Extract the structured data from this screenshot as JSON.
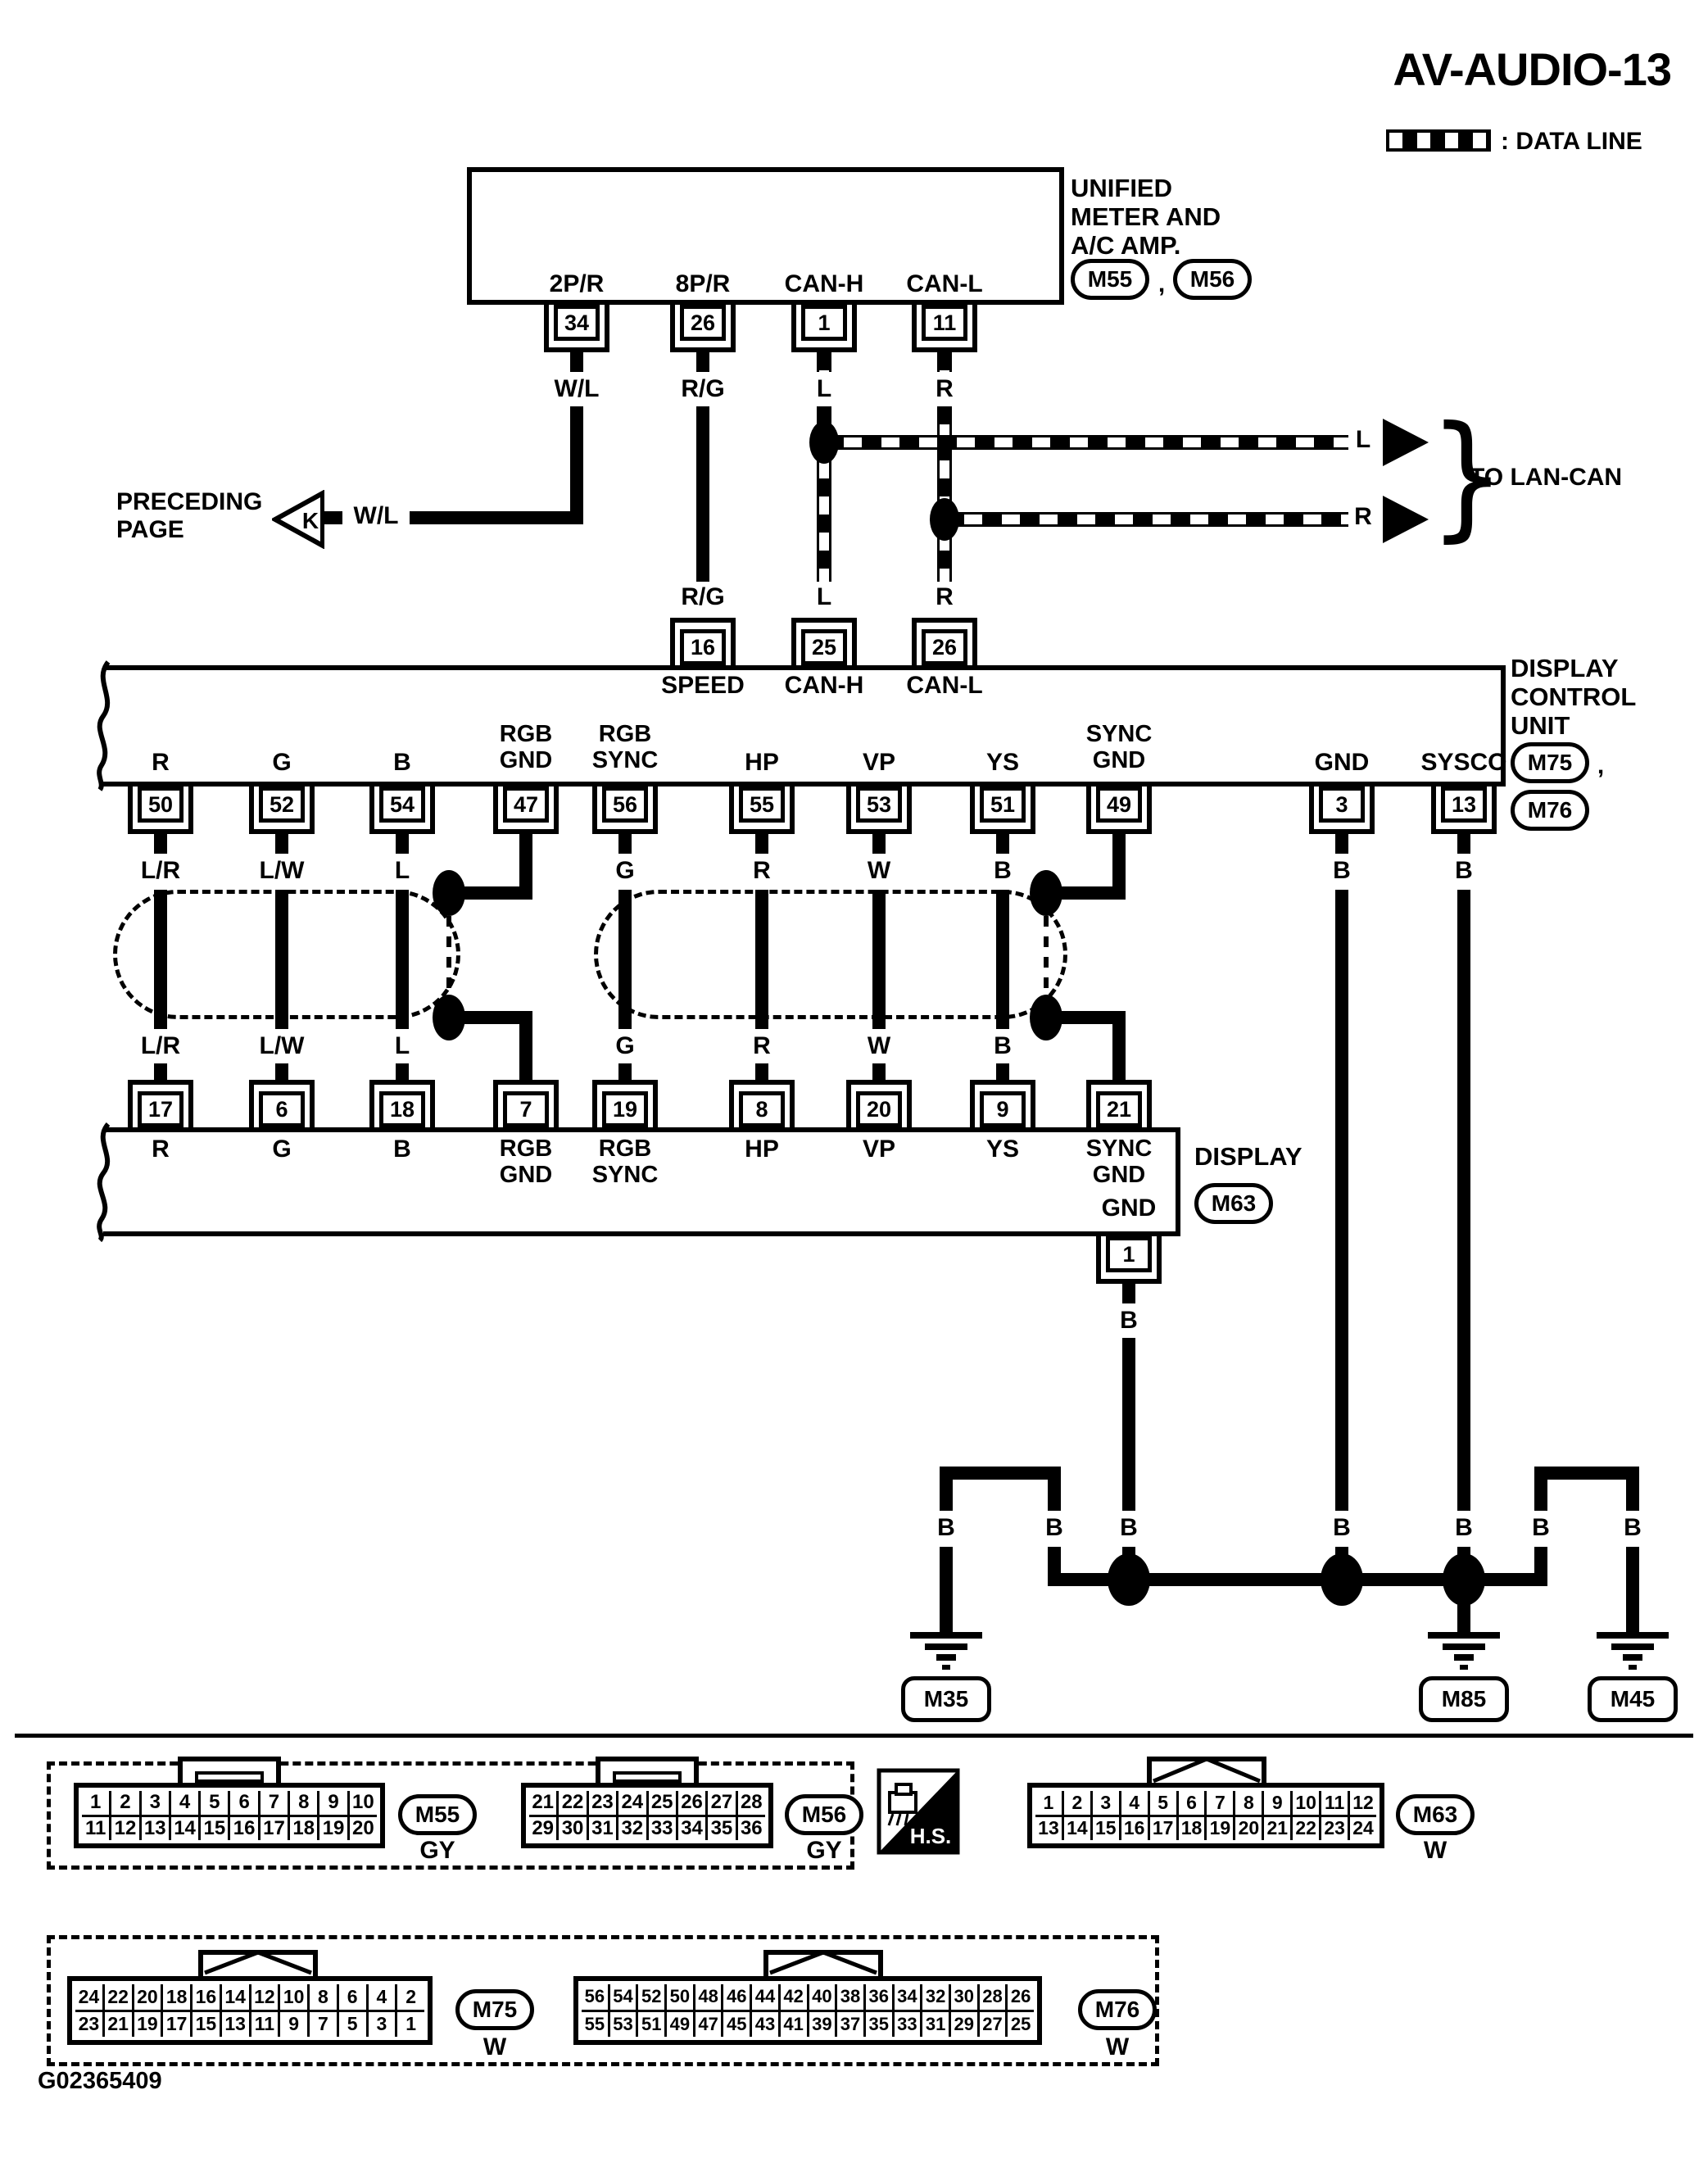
{
  "title": "AV-AUDIO-13",
  "legend": {
    "label": ": DATA LINE"
  },
  "unified": {
    "lines": "UNIFIED\nMETER AND\nA/C AMP.",
    "connectors": [
      "M55",
      "M56"
    ],
    "comma": ",",
    "pins": [
      {
        "num": "34",
        "label": "2P/R",
        "wire": "W/L"
      },
      {
        "num": "26",
        "label": "8P/R",
        "wire": "R/G"
      },
      {
        "num": "1",
        "label": "CAN-H",
        "wire": "L"
      },
      {
        "num": "11",
        "label": "CAN-L",
        "wire": "R"
      }
    ]
  },
  "preceding": {
    "lines": "PRECEDING\nPAGE",
    "arrow": "K",
    "wire": "W/L"
  },
  "lan": {
    "l": "L",
    "r": "R",
    "label": "TO LAN-CAN"
  },
  "dcu": {
    "lines": "DISPLAY\nCONTROL\nUNIT",
    "connectors": [
      "M75",
      "M76"
    ],
    "comma": ",",
    "top_pins": [
      {
        "num": "16",
        "label": "SPEED",
        "wire": "R/G"
      },
      {
        "num": "25",
        "label": "CAN-H",
        "wire": "L"
      },
      {
        "num": "26",
        "label": "CAN-L",
        "wire": "R"
      }
    ],
    "bottom_pins": [
      {
        "num": "50",
        "label": "R",
        "wire": "L/R"
      },
      {
        "num": "52",
        "label": "G",
        "wire": "L/W"
      },
      {
        "num": "54",
        "label": "B",
        "wire": "L"
      },
      {
        "num": "47",
        "label": "RGB\nGND",
        "wire": ""
      },
      {
        "num": "56",
        "label": "RGB\nSYNC",
        "wire": "G"
      },
      {
        "num": "55",
        "label": "HP",
        "wire": "R"
      },
      {
        "num": "53",
        "label": "VP",
        "wire": "W"
      },
      {
        "num": "51",
        "label": "YS",
        "wire": "B"
      },
      {
        "num": "49",
        "label": "SYNC\nGND",
        "wire": ""
      },
      {
        "num": "3",
        "label": "GND",
        "wire": "B"
      },
      {
        "num": "13",
        "label": "SYSCO",
        "wire": "B"
      }
    ]
  },
  "display": {
    "name": "DISPLAY",
    "connector": "M63",
    "top_pins": [
      {
        "num": "17",
        "label": "R"
      },
      {
        "num": "6",
        "label": "G"
      },
      {
        "num": "18",
        "label": "B"
      },
      {
        "num": "7",
        "label": "RGB\nGND"
      },
      {
        "num": "19",
        "label": "RGB\nSYNC"
      },
      {
        "num": "8",
        "label": "HP"
      },
      {
        "num": "20",
        "label": "VP"
      },
      {
        "num": "9",
        "label": "YS"
      },
      {
        "num": "21",
        "label": "SYNC\nGND"
      }
    ],
    "gnd_pin": {
      "num": "1",
      "label": "GND",
      "wire": "B"
    }
  },
  "ground": {
    "wire": "B",
    "grounds": [
      "M35",
      "M85",
      "M45"
    ]
  },
  "hs": {
    "label": "H.S."
  },
  "connector_views": {
    "m55": {
      "id": "M55",
      "color": "GY",
      "rows": [
        [
          "1",
          "2",
          "3",
          "4",
          "5",
          "6",
          "7",
          "8",
          "9",
          "10"
        ],
        [
          "11",
          "12",
          "13",
          "14",
          "15",
          "16",
          "17",
          "18",
          "19",
          "20"
        ]
      ]
    },
    "m56": {
      "id": "M56",
      "color": "GY",
      "rows": [
        [
          "21",
          "22",
          "23",
          "24",
          "25",
          "26",
          "27",
          "28"
        ],
        [
          "29",
          "30",
          "31",
          "32",
          "33",
          "34",
          "35",
          "36"
        ]
      ]
    },
    "m63": {
      "id": "M63",
      "color": "W",
      "rows": [
        [
          "1",
          "2",
          "3",
          "4",
          "5",
          "6",
          "7",
          "8",
          "9",
          "10",
          "11",
          "12"
        ],
        [
          "13",
          "14",
          "15",
          "16",
          "17",
          "18",
          "19",
          "20",
          "21",
          "22",
          "23",
          "24"
        ]
      ]
    },
    "m75": {
      "id": "M75",
      "color": "W",
      "rows": [
        [
          "24",
          "22",
          "20",
          "18",
          "16",
          "14",
          "12",
          "10",
          "8",
          "6",
          "4",
          "2"
        ],
        [
          "23",
          "21",
          "19",
          "17",
          "15",
          "13",
          "11",
          "9",
          "7",
          "5",
          "3",
          "1"
        ]
      ]
    },
    "m76": {
      "id": "M76",
      "color": "W",
      "rows": [
        [
          "56",
          "54",
          "52",
          "50",
          "48",
          "46",
          "44",
          "42",
          "40",
          "38",
          "36",
          "34",
          "32",
          "30",
          "28",
          "26"
        ],
        [
          "55",
          "53",
          "51",
          "49",
          "47",
          "45",
          "43",
          "41",
          "39",
          "37",
          "35",
          "33",
          "31",
          "29",
          "27",
          "25"
        ]
      ]
    }
  },
  "footer": {
    "code": "G02365409"
  },
  "colors": {
    "ink": "#000000",
    "paper": "#ffffff"
  }
}
